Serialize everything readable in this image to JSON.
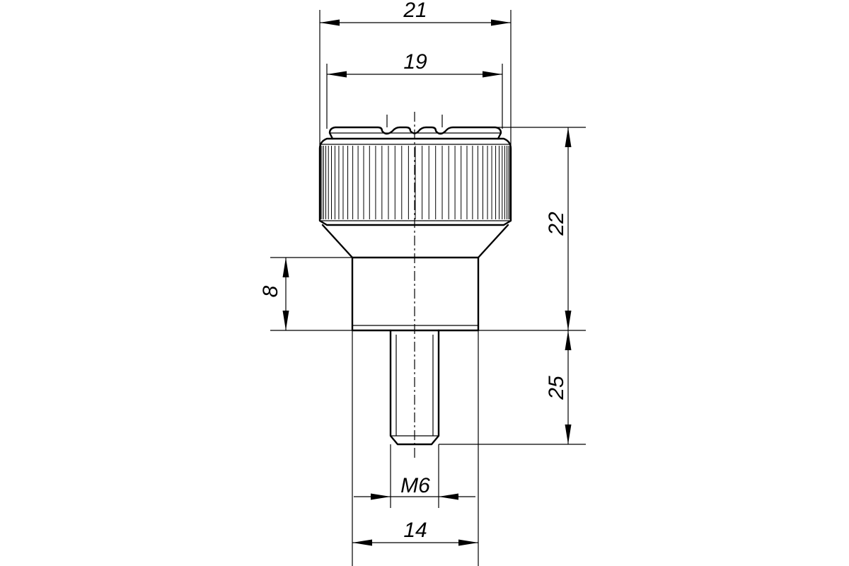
{
  "drawing": {
    "dimensions": {
      "overall_diameter": "21",
      "top_diameter": "19",
      "overall_head_height": "22",
      "collar_height": "8",
      "thread_length": "25",
      "thread_size": "M6",
      "collar_diameter": "14"
    }
  }
}
